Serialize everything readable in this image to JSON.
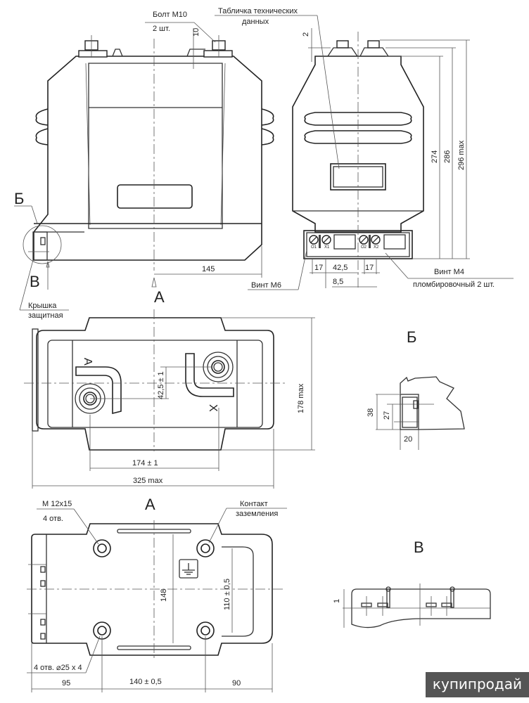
{
  "front_view": {
    "bolt_label": "Болт М10",
    "bolt_count": "2 шт.",
    "dim_10": "10",
    "dim_145": "145",
    "view_b_marker": "Б",
    "view_v_marker": "В",
    "view_a_marker": "А",
    "cover_label_1": "Крышка",
    "cover_label_2": "защитная"
  },
  "side_view": {
    "plate_label_1": "Табличка технических",
    "plate_label_2": "данных",
    "dim_2": "2",
    "dim_274": "274",
    "dim_286": "286",
    "dim_296": "296 max",
    "terminal_labels": [
      "О1",
      "Х1",
      "О2",
      "Х2"
    ],
    "dim_17a": "17",
    "dim_42_5": "42,5",
    "dim_17b": "17",
    "dim_8_5": "8,5",
    "screw_m6_label": "Винт М6",
    "screw_m4_label_1": "Винт М4",
    "screw_m4_label_2": "пломбировочный 2 шт."
  },
  "top_view": {
    "letter_a": "А",
    "letter_x": "Х",
    "dim_42_5_tol": "42,5 ± 1",
    "dim_178": "178 max",
    "dim_174": "174 ± 1",
    "dim_325": "325  max"
  },
  "detail_b": {
    "title": "Б",
    "dim_38": "38",
    "dim_27": "27",
    "dim_20": "20"
  },
  "view_a": {
    "title": "А",
    "thread_label_1": "М 12х15",
    "thread_label_2": "4 отв.",
    "ground_label_1": "Контакт",
    "ground_label_2": "заземления",
    "dim_148": "148",
    "dim_110": "110  ± 0,5",
    "hole_label": "4 отв. ⌀25 х 4",
    "dim_95": "95",
    "dim_140": "140 ±  0,5",
    "dim_90": "90"
  },
  "detail_v": {
    "title": "В",
    "dim_1": "1"
  },
  "watermark": "купипродай"
}
